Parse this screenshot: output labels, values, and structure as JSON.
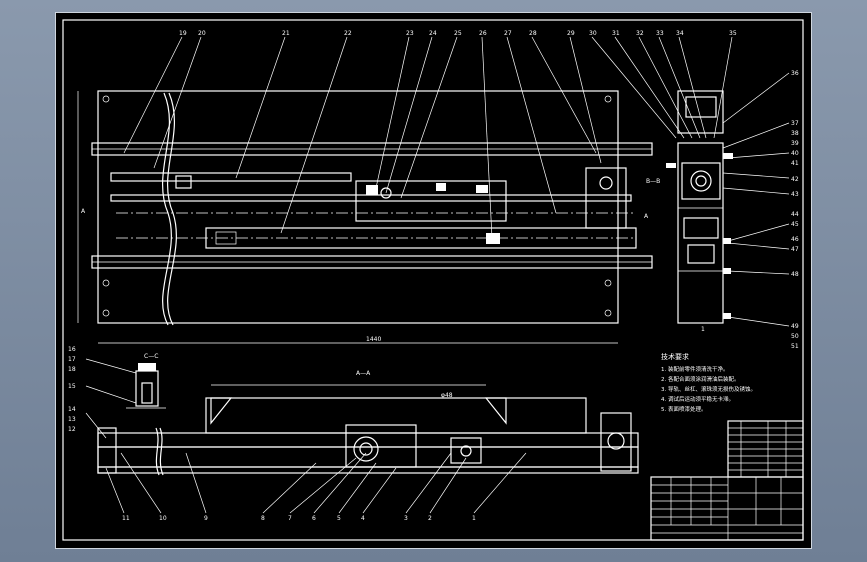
{
  "drawing": {
    "top_callouts": [
      "19",
      "20",
      "21",
      "22",
      "23",
      "24",
      "25",
      "26",
      "27",
      "28",
      "29",
      "30",
      "31",
      "32",
      "33",
      "34",
      "35"
    ],
    "right_callouts": [
      "36",
      "37",
      "38",
      "39",
      "40",
      "41",
      "42",
      "43",
      "44",
      "45",
      "46",
      "47",
      "48",
      "49",
      "50",
      "51"
    ],
    "left_callouts": [
      "16",
      "17",
      "18",
      "15",
      "14",
      "13",
      "12"
    ],
    "bottom_callouts": [
      "11",
      "10",
      "9",
      "8",
      "7",
      "6",
      "5",
      "4",
      "3",
      "2",
      "1"
    ],
    "section_label_top": "B—B",
    "section_label_bottom": "A—A",
    "section_label_detail": "C—C",
    "marker_a": "A",
    "notes_heading": "技术要求",
    "notes": [
      "1. 装配前零件须清洗干净。",
      "2. 各配合面须涂润滑油后装配。",
      "3. 导轨、丝杠、滚珠须无损伤及锈蚀。",
      "4. 调试后运动须平稳无卡滞。",
      "5. 表面喷漆处理。"
    ]
  }
}
